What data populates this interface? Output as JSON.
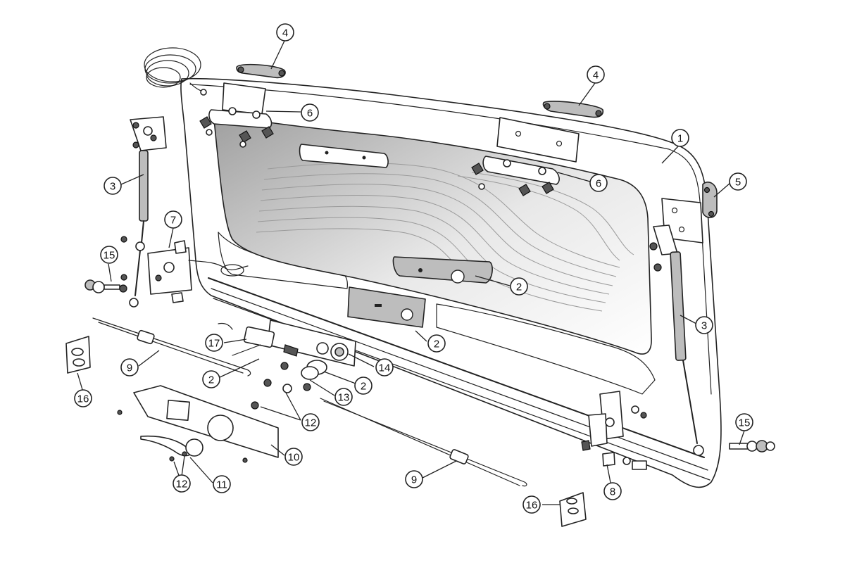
{
  "callouts": {
    "c1": "1",
    "c2a": "2",
    "c2b": "2",
    "c2c": "2",
    "c2d": "2",
    "c3a": "3",
    "c3b": "3",
    "c4a": "4",
    "c4b": "4",
    "c5": "5",
    "c6a": "6",
    "c6b": "6",
    "c7": "7",
    "c8": "8",
    "c9a": "9",
    "c9b": "9",
    "c10": "10",
    "c11": "11",
    "c12a": "12",
    "c12b": "12",
    "c13": "13",
    "c14": "14",
    "c15a": "15",
    "c15b": "15",
    "c16a": "16",
    "c16b": "16",
    "c17": "17"
  }
}
